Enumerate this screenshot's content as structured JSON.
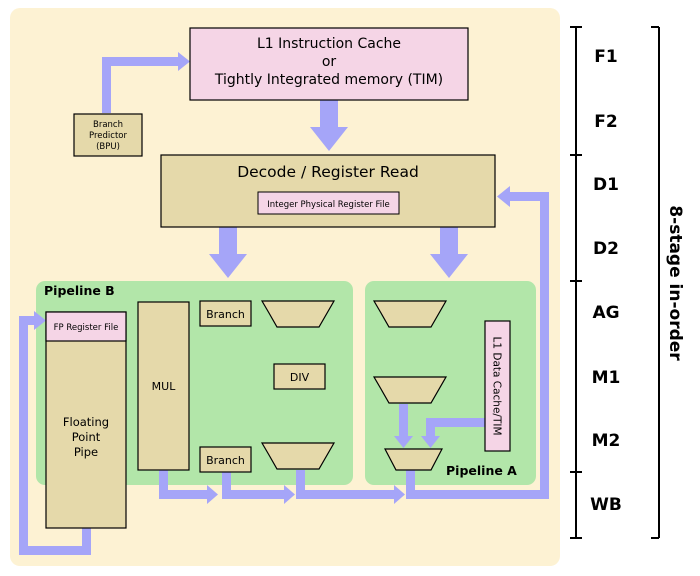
{
  "colors": {
    "background_panel": "#fdf2d3",
    "pipeline_fill": "#b2e6a9",
    "block_fill": "#e5d9aa",
    "cache_fill": "#f5d5e6",
    "arrow": "#a5a5f8",
    "outline": "#000000"
  },
  "icache": {
    "line1": "L1 Instruction Cache",
    "line2": "or",
    "line3": "Tightly Integrated memory (TIM)"
  },
  "bpu": {
    "line1": "Branch",
    "line2": "Predictor",
    "line3": "(BPU)"
  },
  "decode": {
    "title": "Decode / Register Read",
    "regfile": "Integer Physical Register File"
  },
  "pipeline_b": {
    "title": "Pipeline B",
    "fp_regfile": "FP Register File",
    "fp_pipe": {
      "line1": "Floating",
      "line2": "Point",
      "line3": "Pipe"
    },
    "mul": "MUL",
    "branch_top": "Branch",
    "branch_bottom": "Branch",
    "div": "DIV"
  },
  "pipeline_a": {
    "title": "Pipeline A",
    "dcache": "L1 Data Cache/TIM"
  },
  "stages": {
    "items": [
      "F1",
      "F2",
      "D1",
      "D2",
      "AG",
      "M1",
      "M2",
      "WB"
    ],
    "label": "8-stage in-order"
  }
}
